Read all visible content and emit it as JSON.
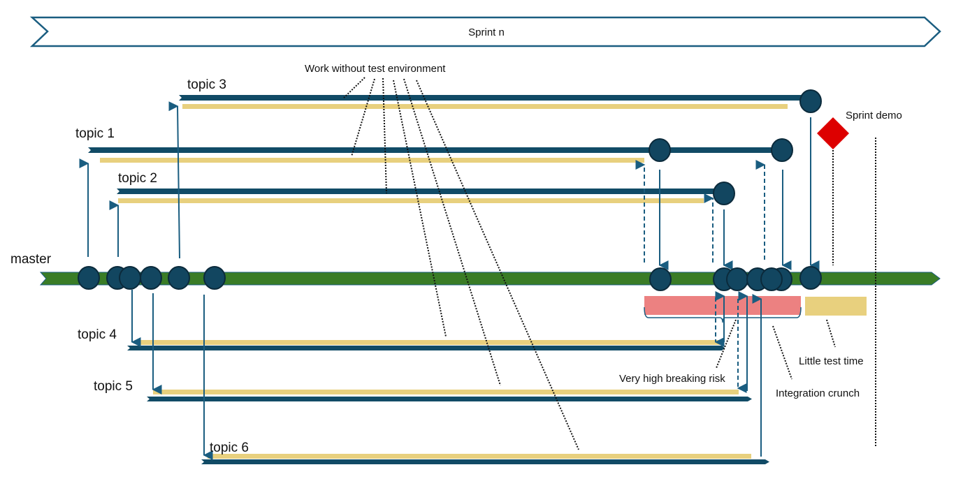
{
  "colors": {
    "branch_blue": "#114b66",
    "arrow_blue": "#1a5d80",
    "master_green": "#3a7c26",
    "work_yellow": "#e8d07e",
    "risk_red": "#ec8181",
    "demo_red": "#dd0000",
    "sprint_outline": "#1a5d80",
    "commit_fill": "#124660",
    "commit_stroke": "#0b2a3b"
  },
  "sprint": {
    "label": "Sprint n"
  },
  "branches": {
    "master": {
      "label": "master"
    },
    "topics": [
      {
        "id": "topic3",
        "label": "topic 3"
      },
      {
        "id": "topic1",
        "label": "topic 1"
      },
      {
        "id": "topic2",
        "label": "topic 2"
      },
      {
        "id": "topic4",
        "label": "topic 4"
      },
      {
        "id": "topic5",
        "label": "topic 5"
      },
      {
        "id": "topic6",
        "label": "topic 6"
      }
    ]
  },
  "annotations": {
    "work_without_test_env": "Work without test environment",
    "sprint_demo": "Sprint demo",
    "little_test_time": "Little test time",
    "integration_crunch": "Integration crunch",
    "very_high_breaking_risk": "Very high breaking risk"
  }
}
